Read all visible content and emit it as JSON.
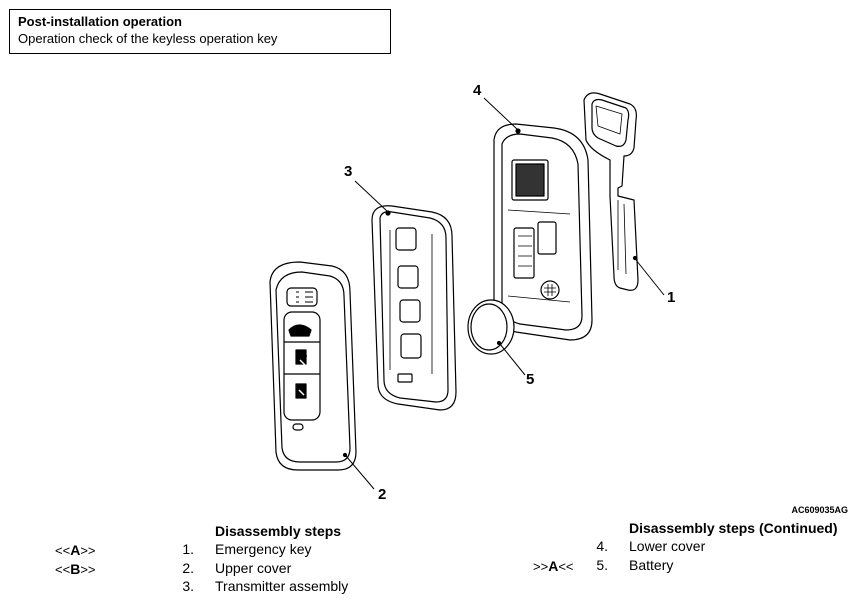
{
  "note": {
    "title": "Post-installation operation",
    "text": "Operation check of the keyless operation key"
  },
  "figure": {
    "callouts": {
      "c1": "1",
      "c2": "2",
      "c3": "3",
      "c4": "4",
      "c5": "5"
    },
    "code": "AC609035AG"
  },
  "steps": {
    "heading": "Disassembly steps",
    "heading_cont": "Disassembly steps (Continued)",
    "left": [
      {
        "mark_pre": "<<",
        "mark_letter": "A",
        "mark_post": ">>",
        "num": "1.",
        "label": "Emergency key"
      },
      {
        "mark_pre": "<<",
        "mark_letter": "B",
        "mark_post": ">>",
        "num": "2.",
        "label": "Upper cover"
      },
      {
        "mark_pre": "",
        "mark_letter": "",
        "mark_post": "",
        "num": "3.",
        "label": "Transmitter assembly"
      }
    ],
    "right": [
      {
        "mark_pre": "",
        "mark_letter": "",
        "mark_post": "",
        "num": "4.",
        "label": "Lower cover"
      },
      {
        "mark_pre": ">>",
        "mark_letter": "A",
        "mark_post": "<<",
        "num": "5.",
        "label": "Battery"
      }
    ]
  }
}
